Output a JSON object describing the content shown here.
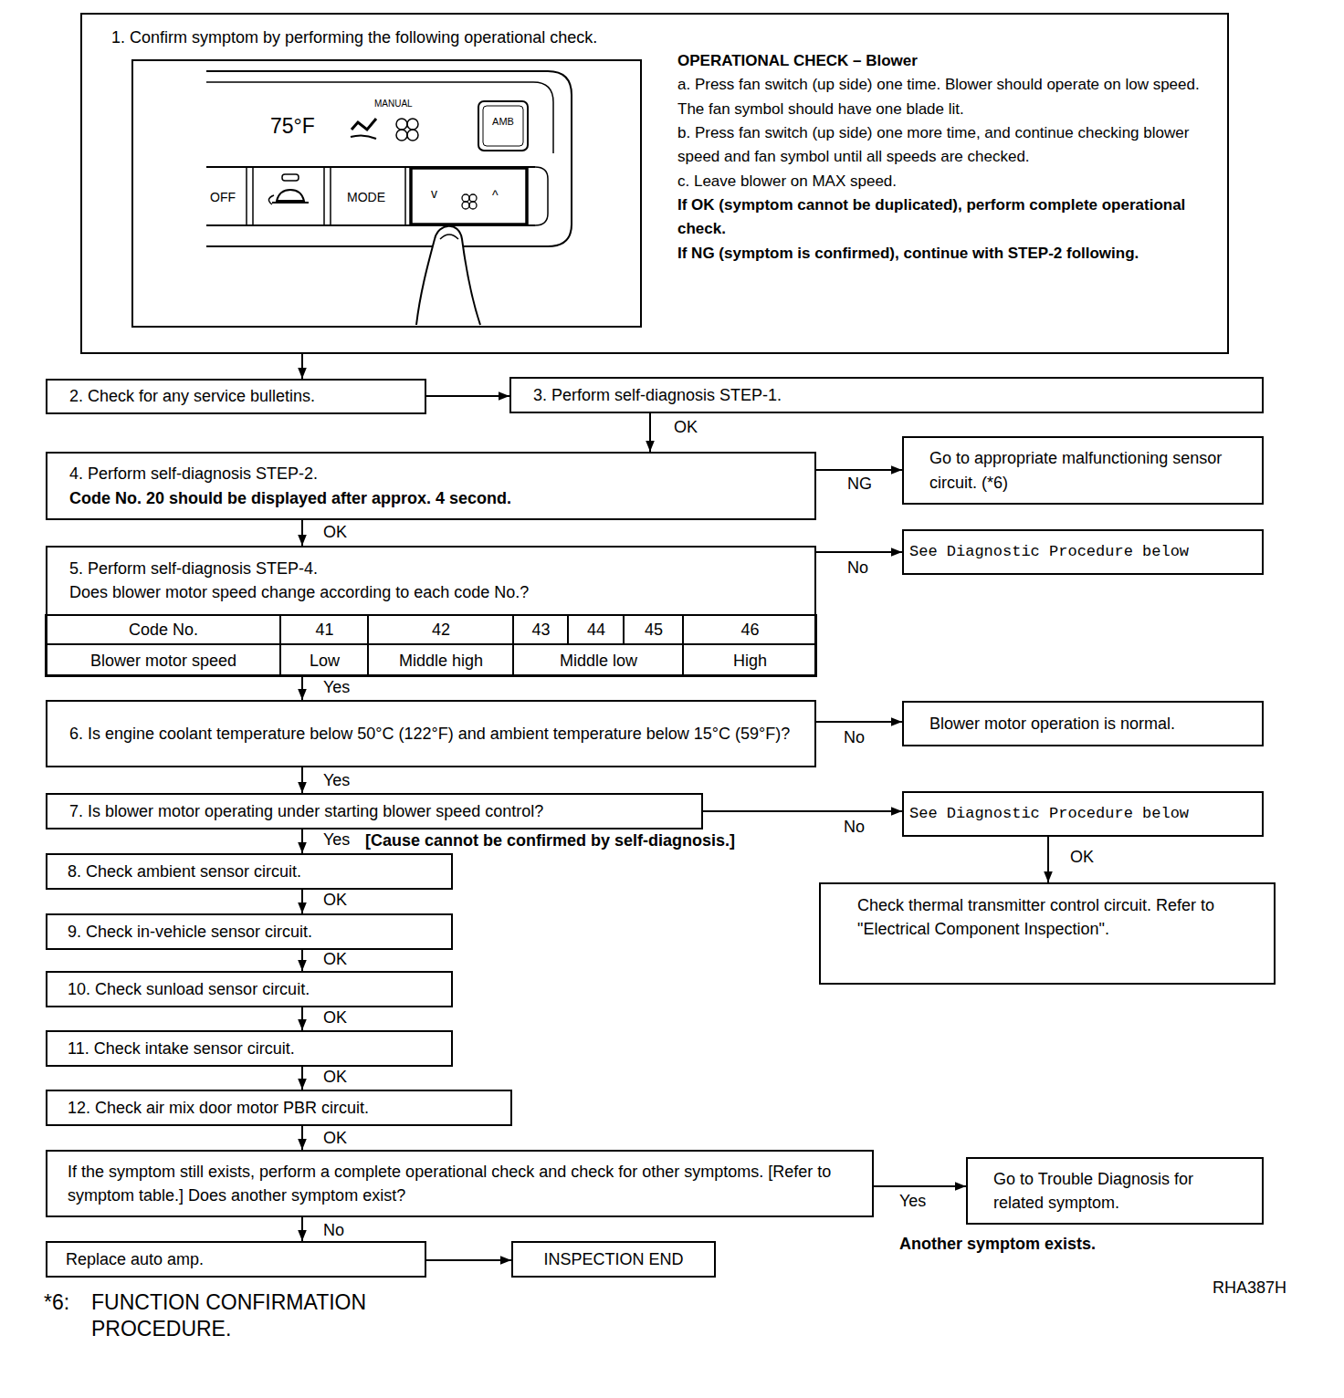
{
  "diagram": {
    "nodes": [
      {
        "text": [
          "1. Confirm symptom by performing the following operational check.",
          "OPERATIONAL CHECK – Blower",
          "a. Press fan switch (up side) one time. Blower should operate on low speed. The fan symbol should have one blade lit.",
          "b. Press fan switch (up side) one more time, and continue checking blower speed and fan symbol until all speeds are checked.",
          "c. Leave blower on MAX speed.",
          "If OK (symptom cannot be duplicated), perform complete operational check.",
          "If NG (symptom is confirmed), continue with STEP-2 following."
        ]
      },
      {
        "text": [
          "2. Check for any service bulletins."
        ]
      },
      {
        "text": [
          "3. Perform self-diagnosis STEP-1."
        ]
      },
      {
        "text": [
          "4. Perform self-diagnosis STEP-2.",
          "Code No. 20 should be displayed after approx. 4 second."
        ]
      },
      {
        "text": [
          "Go to appropriate malfunctioning sensor circuit. (*6)"
        ]
      },
      {
        "text": [
          "5. Perform self-diagnosis STEP-4.",
          "Does blower motor speed change according to each code No.?"
        ]
      },
      {
        "text": [
          "See Diagnostic Procedure below"
        ]
      },
      {
        "text": [
          "6. Is engine coolant temperature below 50°C (122°F) and ambient temperature below 15°C (59°F)?"
        ]
      },
      {
        "text": [
          "Blower motor operation is normal."
        ]
      },
      {
        "text": [
          "7. Is blower motor operating under starting blower speed control?"
        ]
      },
      {
        "text": [
          "See Diagnostic Procedure below"
        ]
      },
      {
        "text": [
          "Check thermal transmitter control circuit. Refer to \"Electrical Component Inspection\"."
        ]
      },
      {
        "text": [
          "8. Check ambient sensor circuit."
        ]
      },
      {
        "text": [
          "9. Check in-vehicle sensor circuit."
        ]
      },
      {
        "text": [
          "10. Check sunload sensor circuit."
        ]
      },
      {
        "text": [
          "11. Check intake sensor circuit."
        ]
      },
      {
        "text": [
          "12. Check air mix door motor PBR circuit."
        ]
      },
      {
        "text": [
          "If the symptom still exists, perform a complete operational check and check for other symptoms. [Refer to symptom table.] Does another symptom exist?"
        ]
      },
      {
        "text": [
          "Go to Trouble Diagnosis for related symptom."
        ]
      },
      {
        "text": [
          "Replace auto amp."
        ]
      },
      {
        "text": [
          "INSPECTION END"
        ]
      }
    ],
    "edges": [
      {
        "from": 0,
        "to": 1,
        "arrow": "to"
      },
      {
        "from": 1,
        "to": 2,
        "arrow": "to"
      },
      {
        "from": 2,
        "to": 3,
        "label": "OK",
        "arrow": "to"
      },
      {
        "from": 3,
        "to": 4,
        "label": "NG",
        "arrow": "to"
      },
      {
        "from": 3,
        "to": 5,
        "label": "OK",
        "arrow": "to"
      },
      {
        "from": 5,
        "to": 6,
        "label": "No",
        "arrow": "to"
      },
      {
        "from": 5,
        "to": 7,
        "label": "Yes",
        "arrow": "to"
      },
      {
        "from": 7,
        "to": 8,
        "label": "No",
        "arrow": "to"
      },
      {
        "from": 7,
        "to": 9,
        "label": "Yes",
        "arrow": "to"
      },
      {
        "from": 9,
        "to": 10,
        "label": "No",
        "arrow": "to"
      },
      {
        "from": 9,
        "to": 12,
        "label": "Yes",
        "arrow": "to"
      },
      {
        "from": 10,
        "to": 11,
        "label": "OK",
        "arrow": "to"
      },
      {
        "from": 12,
        "to": 13,
        "label": "OK",
        "arrow": "to"
      },
      {
        "from": 13,
        "to": 14,
        "label": "OK",
        "arrow": "to"
      },
      {
        "from": 14,
        "to": 15,
        "label": "OK",
        "arrow": "to"
      },
      {
        "from": 15,
        "to": 16,
        "label": "OK",
        "arrow": "to"
      },
      {
        "from": 16,
        "to": 17,
        "label": "OK",
        "arrow": "to"
      },
      {
        "from": 17,
        "to": 18,
        "label": "Yes",
        "arrow": "to"
      },
      {
        "from": 17,
        "to": 19,
        "label": "No",
        "arrow": "to"
      },
      {
        "from": 19,
        "to": 20,
        "arrow": "to"
      }
    ],
    "labels": [
      "75°F",
      "MANUAL",
      "AMB",
      "OFF",
      "MODE",
      "v",
      "^",
      "Code No.",
      "41",
      "42",
      "43",
      "44",
      "45",
      "46",
      "Blower motor speed",
      "Low",
      "Middle high",
      "Middle low",
      "High",
      "[Cause cannot be confirmed by self-diagnosis.]",
      "Another symptom exists.",
      "RHA387H",
      "*6:",
      "FUNCTION CONFIRMATION PROCEDURE."
    ]
  }
}
